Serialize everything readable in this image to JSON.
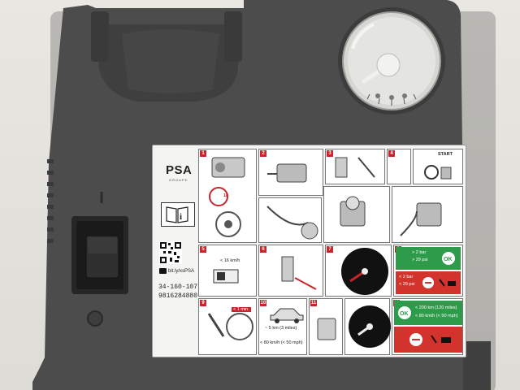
{
  "label": {
    "brand": "PSA",
    "brand_sub": "GROUPE",
    "url": "bit.ly/xsPSA",
    "part_number_1": "34-160-1077",
    "part_number_2": "9816284880",
    "start": "START",
    "speed_limit_1": "< 16 km/h",
    "pressure_ok": "> 2 bar",
    "pressure_ok_psi": "> 29 psi",
    "pressure_low": "< 2 bar",
    "pressure_low_psi": "< 29 psi",
    "time": "< 1 min.",
    "distance": "~ 5 km (3 miles)",
    "max_speed": "< 80 km/h (< 50 mph)",
    "range_ok": "< 200 km (120 miles)",
    "range_ok_speed": "< 80 km/h (< 50 mph)",
    "cell_numbers": [
      "1",
      "2",
      "3",
      "4",
      "5",
      "6",
      "7",
      "8",
      "9",
      "10",
      "11",
      "12"
    ],
    "sticker_value": "18"
  },
  "colors": {
    "body": "#4b4b4b",
    "label_red": "#c8242b",
    "green": "#2e9b4a"
  }
}
